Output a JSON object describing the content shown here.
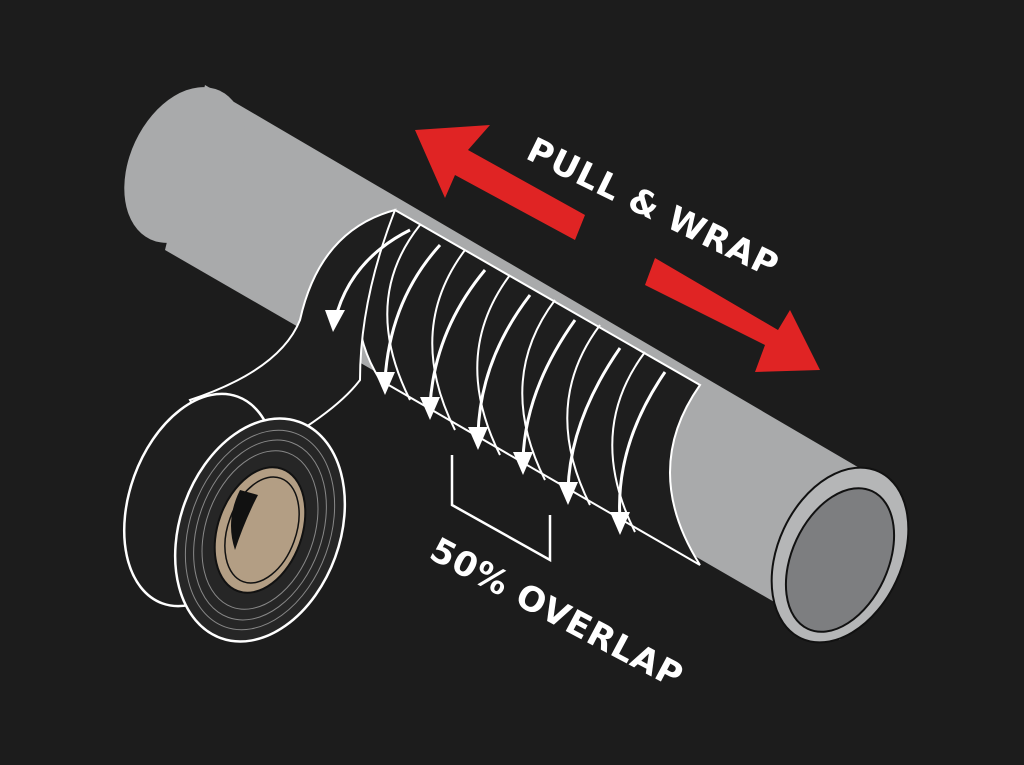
{
  "diagram": {
    "subject": "Tape wrapping instruction for pipe",
    "labels": {
      "pull_wrap": "PULL & WRAP",
      "overlap": "50% OVERLAP"
    },
    "colors": {
      "background": "#1c1c1c",
      "pipe": "#a9aaab",
      "pipe_inner": "#7d7e80",
      "tape": "#1e1e1e",
      "outline": "#ffffff",
      "arrow": "#e02424",
      "core": "#b39e84"
    },
    "elements": [
      "pipe",
      "tape-roll",
      "wrapped-tape-bands",
      "direction-arrows",
      "overlap-bracket",
      "pull-arrows"
    ]
  }
}
